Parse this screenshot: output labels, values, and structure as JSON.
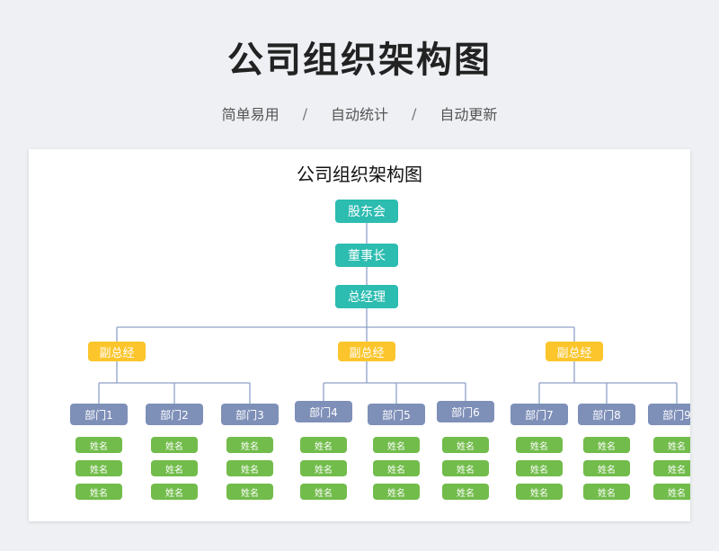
{
  "header": {
    "title": "公司组织架构图",
    "tags": [
      "简单易用",
      "自动统计",
      "自动更新"
    ],
    "separator": "/"
  },
  "chart": {
    "title": "公司组织架构图",
    "colors": {
      "top": "#2cbcb0",
      "vp": "#fbc52b",
      "dept": "#7e8fb8",
      "staff": "#72bc4b",
      "line": "#8fa0c8"
    },
    "top_levels": [
      "股东会",
      "董事长",
      "总经理"
    ],
    "vps": [
      {
        "label": "副总经",
        "departments": [
          {
            "label": "部门1",
            "staff": [
              "姓名",
              "姓名",
              "姓名"
            ]
          },
          {
            "label": "部门2",
            "staff": [
              "姓名",
              "姓名",
              "姓名"
            ]
          },
          {
            "label": "部门3",
            "staff": [
              "姓名",
              "姓名",
              "姓名"
            ]
          }
        ]
      },
      {
        "label": "副总经",
        "departments": [
          {
            "label": "部门4",
            "staff": [
              "姓名",
              "姓名",
              "姓名"
            ]
          },
          {
            "label": "部门5",
            "staff": [
              "姓名",
              "姓名",
              "姓名"
            ]
          },
          {
            "label": "部门6",
            "staff": [
              "姓名",
              "姓名",
              "姓名"
            ]
          }
        ]
      },
      {
        "label": "副总经",
        "departments": [
          {
            "label": "部门7",
            "staff": [
              "姓名",
              "姓名",
              "姓名"
            ]
          },
          {
            "label": "部门8",
            "staff": [
              "姓名",
              "姓名",
              "姓名"
            ]
          },
          {
            "label": "部门9",
            "staff": [
              "姓名",
              "姓名",
              "姓名"
            ]
          }
        ]
      }
    ]
  }
}
